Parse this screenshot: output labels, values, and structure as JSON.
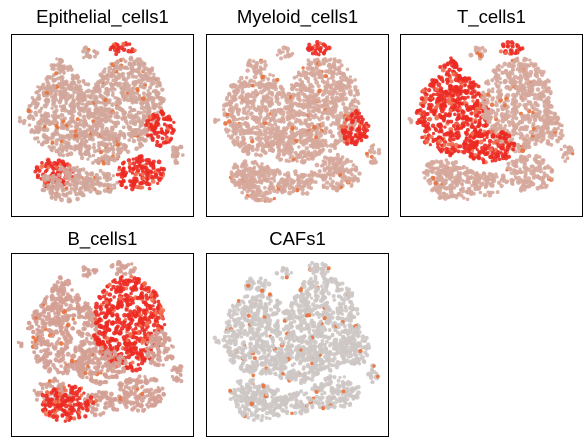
{
  "chart_data": [
    {
      "type": "scatter",
      "title": "Epithelial_cells1",
      "grid": false,
      "legend": "none",
      "colors": {
        "low": "#d2a69a",
        "high": "#ec2a22"
      },
      "highlight_clusters": [
        "bottom-left-islands",
        "bottom-right-islands",
        "top-right-island",
        "right-lobe-edge"
      ]
    },
    {
      "type": "scatter",
      "title": "Myeloid_cells1",
      "grid": false,
      "legend": "none",
      "colors": {
        "low": "#d6a99c",
        "high": "#ec2a22"
      },
      "highlight_clusters": [
        "top-right-island",
        "right-lobe-edge"
      ]
    },
    {
      "type": "scatter",
      "title": "T_cells1",
      "grid": false,
      "legend": "none",
      "colors": {
        "low": "#d6a99c",
        "high": "#ec2a22"
      },
      "highlight_clusters": [
        "left-lobe",
        "center-lower",
        "top-left-island",
        "top-right-island"
      ]
    },
    {
      "type": "scatter",
      "title": "B_cells1",
      "grid": false,
      "legend": "none",
      "colors": {
        "low": "#d4a095",
        "high": "#ec2a22"
      },
      "highlight_clusters": [
        "right-lobe",
        "bottom-left-patches"
      ]
    },
    {
      "type": "scatter",
      "title": "CAFs1",
      "grid": false,
      "legend": "none",
      "colors": {
        "low": "#cdc6c4",
        "high": "#ec2a22"
      },
      "highlight_clusters": []
    }
  ]
}
